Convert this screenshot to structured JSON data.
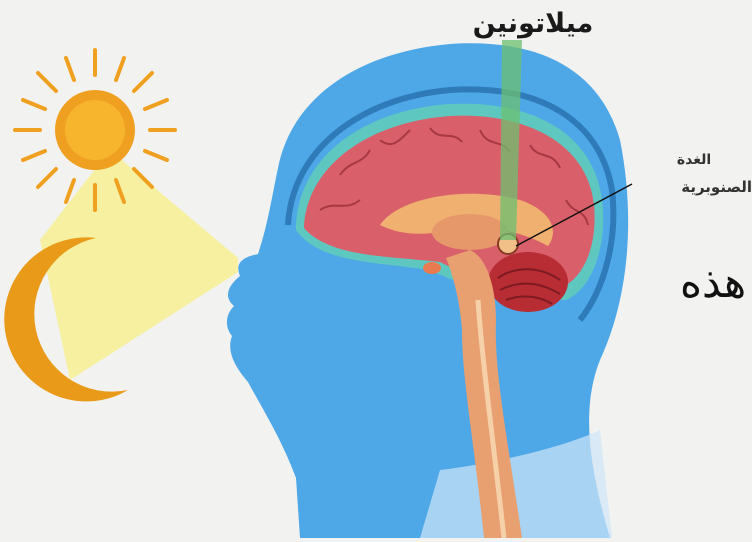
{
  "labels": {
    "melatonin": "ميلاتونين",
    "pineal_line1": "الغدة",
    "pineal_line2": "الصنوبرية",
    "side_text": "هذه"
  },
  "icons": {
    "sun": "sun-icon",
    "moon": "crescent-moon-icon"
  },
  "colors": {
    "background": "#f2f2f0",
    "head": "#4ea8e8",
    "brain": "#d9606a",
    "sun": "#f0a020",
    "light_beam": "#f6f0a0",
    "melatonin_beam": "#6cc070"
  }
}
